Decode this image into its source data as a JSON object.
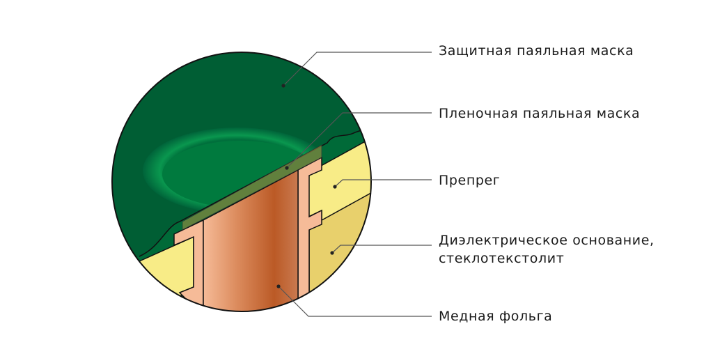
{
  "diagram": {
    "type": "pcb-cross-section-callout",
    "labels": [
      {
        "id": "solder-mask",
        "text": "Защитная паяльная маска"
      },
      {
        "id": "film-solder-mask",
        "text": "Пленочная паяльная маска"
      },
      {
        "id": "prepreg",
        "text": "Препрег"
      },
      {
        "id": "dielectric",
        "line1": "Диэлектрическое основание,",
        "line2": "стеклотекстолит"
      },
      {
        "id": "copper-foil",
        "text": "Медная фольга"
      }
    ],
    "colors": {
      "solder_mask_dark": "#005a32",
      "solder_mask_light": "#009a4e",
      "prepreg": "#f8ec87",
      "dielectric": "#e8d06c",
      "copper_light": "#f6bb98",
      "copper_dark": "#bb5a26",
      "leader_line": "#555555",
      "outline": "#111111"
    }
  }
}
